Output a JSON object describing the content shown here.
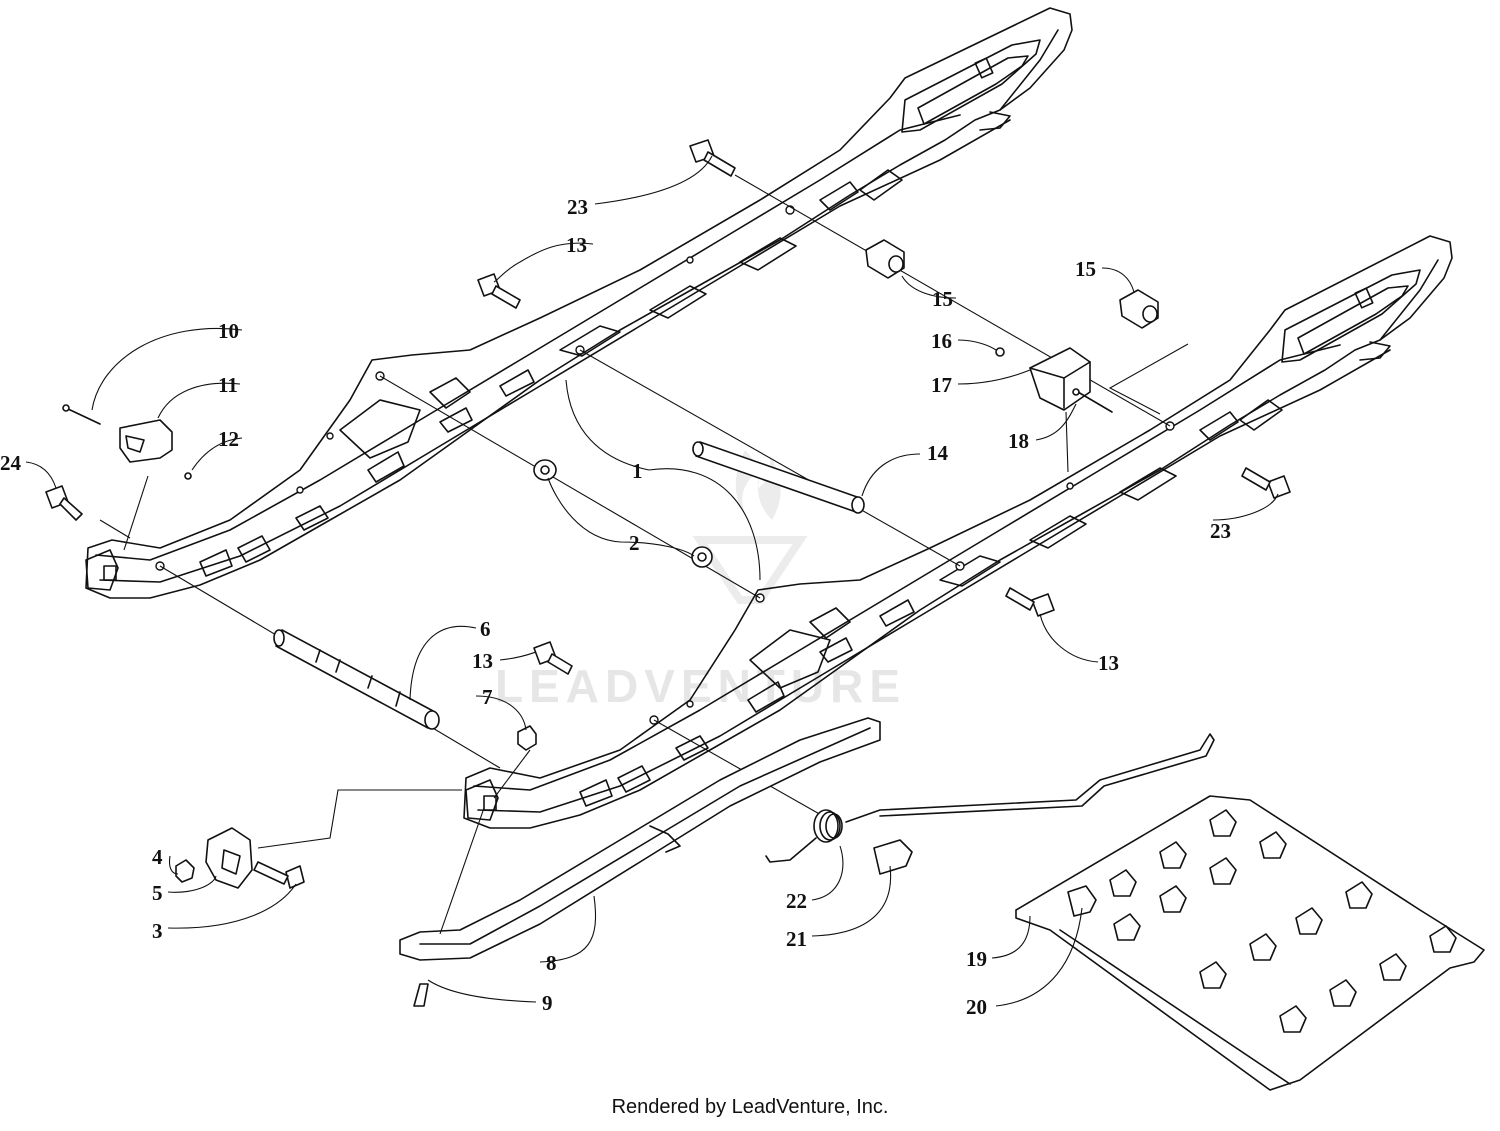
{
  "watermark": {
    "text": "LEADVENTURE"
  },
  "footer": {
    "text": "Rendered by LeadVenture, Inc."
  },
  "callouts": {
    "c1": "1",
    "c2": "2",
    "c3": "3",
    "c4": "4",
    "c5": "5",
    "c6": "6",
    "c7": "7",
    "c8": "8",
    "c9": "9",
    "c10": "10",
    "c11": "11",
    "c12": "12",
    "c13a": "13",
    "c13b": "13",
    "c13c": "13",
    "c14": "14",
    "c15a": "15",
    "c15b": "15",
    "c16": "16",
    "c17": "17",
    "c18": "18",
    "c19": "19",
    "c20": "20",
    "c21": "21",
    "c22": "22",
    "c23a": "23",
    "c23b": "23",
    "c24": "24"
  }
}
